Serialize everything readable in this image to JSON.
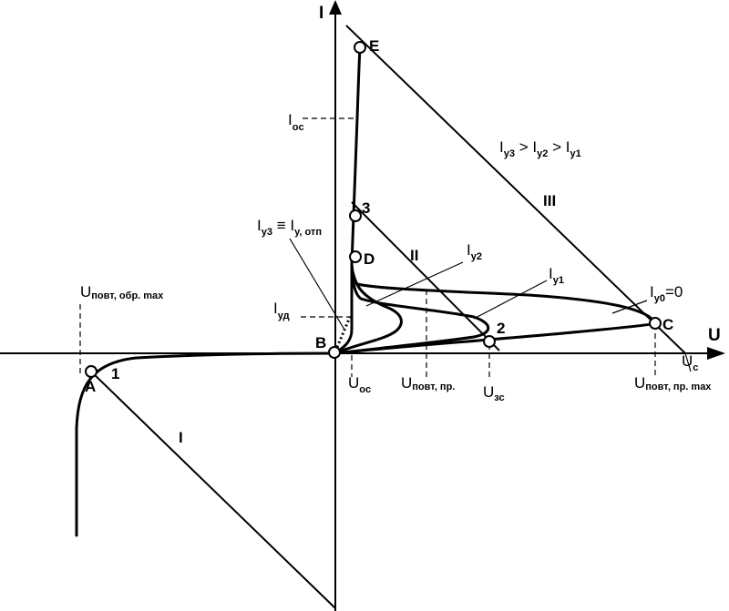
{
  "axes": {
    "i_label": "I",
    "u_label": "U"
  },
  "points": {
    "A": "A",
    "B": "B",
    "C": "C",
    "D": "D",
    "E": "E",
    "p1": "1",
    "p2": "2",
    "p3": "3"
  },
  "load_lines": {
    "I": "I",
    "II": "II",
    "III": "III"
  },
  "labels": {
    "i_os": "I",
    "i_os_sub": "oc",
    "i_ud": "I",
    "i_ud_sub": "уд",
    "i_y3": "I",
    "i_y3_sub": "у3",
    "i_y3_eq": " ≡ I",
    "i_y3_eq_sub": "у, отп",
    "i_y2": "I",
    "i_y2_sub": "у2",
    "i_y1": "I",
    "i_y1_sub": "у1",
    "i_y0": "I",
    "i_y0_sub": "у0",
    "i_y0_eq": "=0",
    "ineq_i1": "I",
    "ineq_s1": "у3",
    "ineq_gt1": " > I",
    "ineq_s2": "у2",
    "ineq_gt2": " > I",
    "ineq_s3": "у1",
    "u_povt_obr": "U",
    "u_povt_obr_sub": "повт, обр. max",
    "u_os": "U",
    "u_os_sub": "oc",
    "u_povt_pr": "U",
    "u_povt_pr_sub": "повт, пр.",
    "u_zs": "U",
    "u_zs_sub": "зс",
    "u_povt_pr_max": "U",
    "u_povt_pr_max_sub": "повт, пр. max",
    "u_c": "U",
    "u_c_sub": "c"
  }
}
